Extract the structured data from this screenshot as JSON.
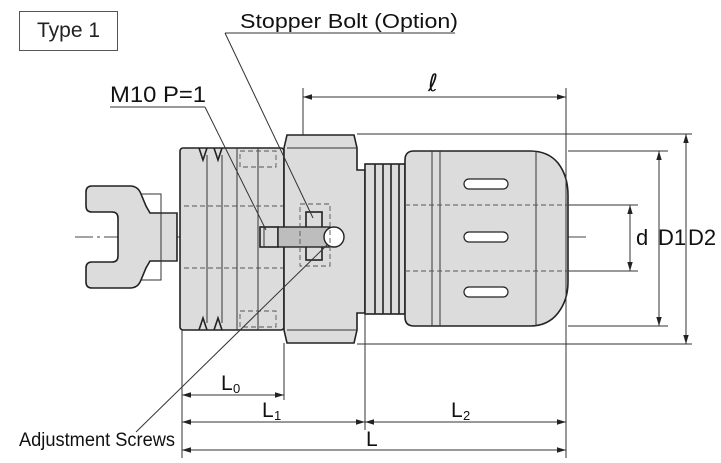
{
  "type_badge": "Type 1",
  "labels": {
    "stopper_bolt": "Stopper Bolt (Option)",
    "thread_spec": "M10 P=1",
    "adjustment_screws": "Adjustment Screws",
    "ell": "ℓ",
    "d": "d",
    "D1": "D1",
    "D2": "D2",
    "L0_base": "L",
    "L0_sub": "0",
    "L1_base": "L",
    "L1_sub": "1",
    "L2_base": "L",
    "L2_sub": "2",
    "L": "L"
  }
}
